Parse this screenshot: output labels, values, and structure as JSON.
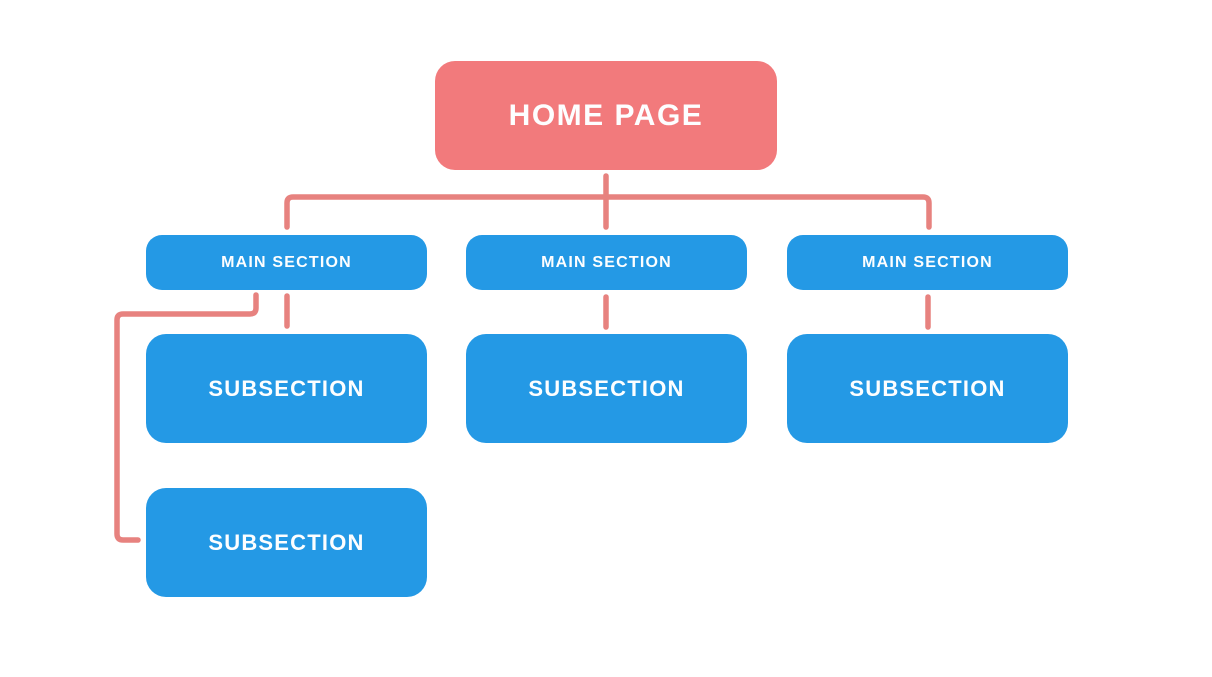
{
  "colors": {
    "home_fill": "#F27A7C",
    "section_fill": "#2499E5",
    "connector": "#E7827F",
    "label_text": "#FDFEFF",
    "background": "#FFFFFF"
  },
  "diagram": {
    "type": "sitemap-tree",
    "home": {
      "label": "HOME PAGE"
    },
    "main_sections": [
      {
        "label": "MAIN SECTION"
      },
      {
        "label": "MAIN SECTION"
      },
      {
        "label": "MAIN SECTION"
      }
    ],
    "subsections": [
      {
        "label": "SUBSECTION"
      },
      {
        "label": "SUBSECTION"
      },
      {
        "label": "SUBSECTION"
      },
      {
        "label": "SUBSECTION"
      }
    ]
  }
}
